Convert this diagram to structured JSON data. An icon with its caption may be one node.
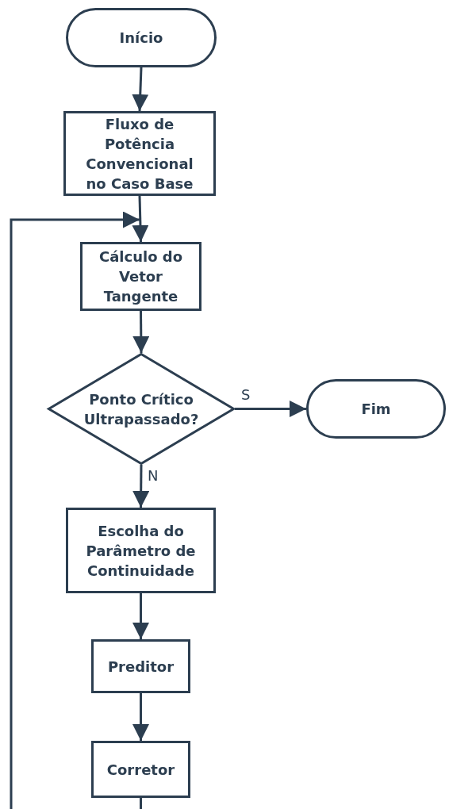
{
  "diagram": {
    "nodes": [
      {
        "text": [
          "Início"
        ]
      },
      {
        "text": [
          "Fluxo de Potência Convencional no Caso Base"
        ]
      },
      {
        "text": [
          "Cálculo do Vetor Tangente"
        ]
      },
      {
        "text": [
          "Ponto Crítico Ultrapassado?"
        ]
      },
      {
        "text": [
          "Fim"
        ]
      },
      {
        "text": [
          "Escolha do Parâmetro de Continuidade"
        ]
      },
      {
        "text": [
          "Preditor"
        ]
      },
      {
        "text": [
          "Corretor"
        ]
      }
    ],
    "edges": [
      {
        "from": 0,
        "to": 1,
        "arrow": "to"
      },
      {
        "from": 1,
        "to": 2,
        "arrow": "to"
      },
      {
        "from": 2,
        "to": 3,
        "arrow": "to"
      },
      {
        "from": 3,
        "to": 4,
        "arrow": "to",
        "label": "S"
      },
      {
        "from": 3,
        "to": 5,
        "arrow": "to",
        "label": "N"
      },
      {
        "from": 5,
        "to": 6,
        "arrow": "to"
      },
      {
        "from": 6,
        "to": 7,
        "arrow": "to"
      },
      {
        "from": 7,
        "to": 2,
        "arrow": "to"
      }
    ]
  }
}
